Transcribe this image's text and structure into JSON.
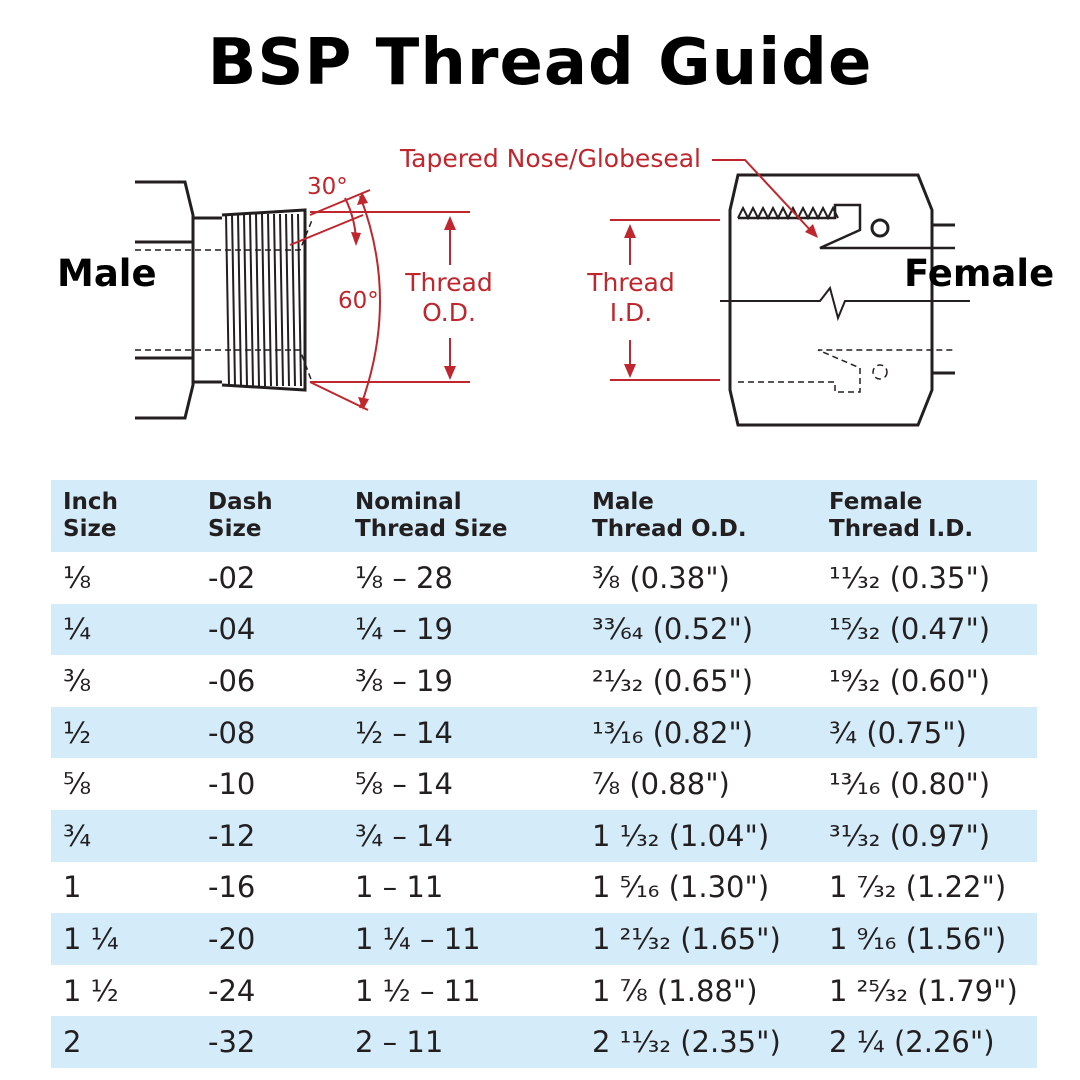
{
  "title": "BSP Thread Guide",
  "labels": {
    "male": "Male",
    "female": "Female"
  },
  "diagram": {
    "nose_label": "Tapered Nose/Globeseal",
    "angle_small": "30°",
    "angle_large": "60°",
    "od_label": [
      "Thread",
      "O.D."
    ],
    "id_label": [
      "Thread",
      "I.D."
    ]
  },
  "colors": {
    "accent_red": "#c0262d",
    "header_blue": "#d4ecf9",
    "text": "#231f20"
  },
  "table": {
    "headers": [
      [
        "Inch",
        "Size"
      ],
      [
        "Dash",
        "Size"
      ],
      [
        "Nominal",
        "Thread Size"
      ],
      [
        "Male",
        "Thread O.D."
      ],
      [
        "Female",
        "Thread I.D."
      ]
    ],
    "rows": [
      [
        "⅛",
        "-02",
        "⅛ – 28",
        "⅜ (0.38\")",
        "¹¹⁄₃₂ (0.35\")"
      ],
      [
        "¼",
        "-04",
        "¼ – 19",
        "³³⁄₆₄ (0.52\")",
        "¹⁵⁄₃₂ (0.47\")"
      ],
      [
        "⅜",
        "-06",
        "⅜ – 19",
        "²¹⁄₃₂ (0.65\")",
        "¹⁹⁄₃₂ (0.60\")"
      ],
      [
        "½",
        "-08",
        "½ – 14",
        "¹³⁄₁₆ (0.82\")",
        "¾ (0.75\")"
      ],
      [
        "⅝",
        "-10",
        "⅝ – 14",
        "⅞ (0.88\")",
        "¹³⁄₁₆ (0.80\")"
      ],
      [
        "¾",
        "-12",
        "¾ – 14",
        "1 ¹⁄₃₂ (1.04\")",
        "³¹⁄₃₂ (0.97\")"
      ],
      [
        "1",
        "-16",
        "1 – 11",
        "1 ⁵⁄₁₆ (1.30\")",
        "1 ⁷⁄₃₂ (1.22\")"
      ],
      [
        "1 ¼",
        "-20",
        "1 ¼ – 11",
        "1 ²¹⁄₃₂ (1.65\")",
        "1 ⁹⁄₁₆ (1.56\")"
      ],
      [
        "1 ½",
        "-24",
        "1 ½ – 11",
        "1 ⅞ (1.88\")",
        "1 ²⁵⁄₃₂ (1.79\")"
      ],
      [
        "2",
        "-32",
        "2 – 11",
        "2 ¹¹⁄₃₂ (2.35\")",
        "2 ¼ (2.26\")"
      ]
    ]
  }
}
